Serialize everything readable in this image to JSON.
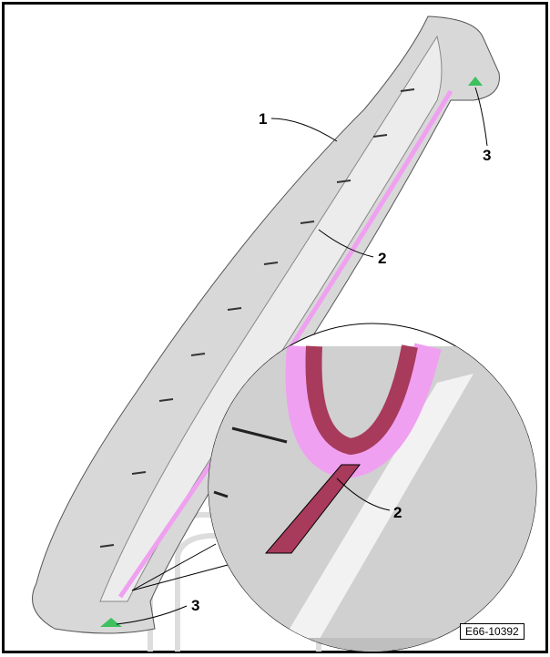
{
  "callouts": {
    "c1": "1",
    "c2": "2",
    "c3_top": "3",
    "c2_detail": "2",
    "c3_bottom": "3"
  },
  "figure_id": "E66-10392",
  "colors": {
    "part_gray": "#d4d4d4",
    "adhesive_strip_pink": "#f0a0f0",
    "adhesive_strip_dark": "#a83a5c",
    "marker_green": "#3cc060"
  }
}
